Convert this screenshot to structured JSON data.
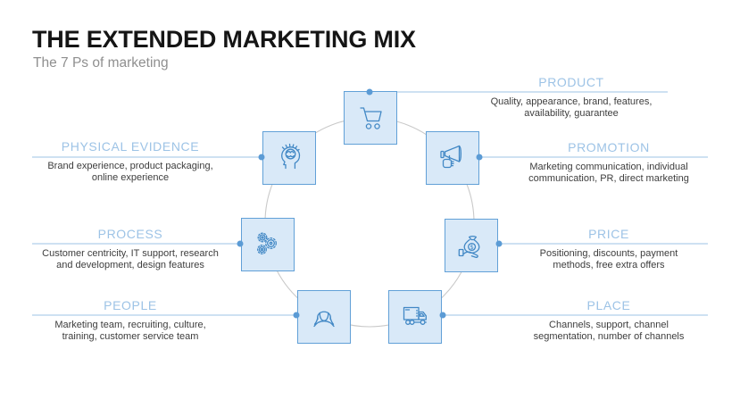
{
  "header": {
    "title": "THE EXTENDED MARKETING MIX",
    "subtitle": "The 7 Ps of marketing"
  },
  "sections": [
    {
      "id": "product",
      "label": "PRODUCT",
      "description": "Quality, appearance, brand, features,\navailability, guarantee",
      "icon": "shopping-cart-icon"
    },
    {
      "id": "promotion",
      "label": "PROMOTION",
      "description": "Marketing communication, individual\ncommunication, PR, direct marketing",
      "icon": "megaphone-icon"
    },
    {
      "id": "price",
      "label": "PRICE",
      "description": "Positioning, discounts, payment\nmethods, free extra offers",
      "icon": "money-bag-icon"
    },
    {
      "id": "place",
      "label": "PLACE",
      "description": "Channels, support, channel\nsegmentation, number of channels",
      "icon": "delivery-truck-icon"
    },
    {
      "id": "people",
      "label": "PEOPLE",
      "description": "Marketing team, recruiting, culture,\ntraining, customer service team",
      "icon": "person-icon"
    },
    {
      "id": "process",
      "label": "PROCESS",
      "description": "Customer centricity, IT support, research\nand development, design features",
      "icon": "gears-icon"
    },
    {
      "id": "physical_evidence",
      "label": "PHYSICAL EVIDENCE",
      "description": "Brand experience, product packaging,\nonline experience",
      "icon": "head-idea-icon"
    }
  ],
  "colors": {
    "accent_blue": "#5b9bd5",
    "box_fill": "#d9e9f8",
    "box_border": "#61a0d7",
    "heading_blue": "#9dc3e6",
    "connector_line": "#bdd7ee",
    "cycle_circle": "#c9c9c9",
    "body_text": "#3d3d3d",
    "title_text": "#151515",
    "subtitle_text": "#8f8f8f"
  }
}
